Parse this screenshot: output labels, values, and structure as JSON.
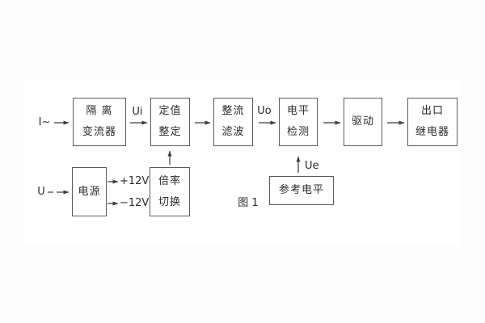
{
  "caption": "图 1",
  "boxes": {
    "isolation": {
      "line1": "隔 离",
      "line2": "变流器"
    },
    "setting": {
      "line1": "定值",
      "line2": "整定"
    },
    "rectifier_filter": {
      "line1": "整流",
      "line2": "滤波"
    },
    "level_detect": {
      "line1": "电平",
      "line2": "检测"
    },
    "drive": {
      "label": "驱动"
    },
    "output_relay": {
      "line1": "出口",
      "line2": "继电器"
    },
    "power": {
      "label": "电源"
    },
    "ratio_switch": {
      "line1": "倍率",
      "line2": "切换"
    },
    "reference_level": {
      "label": "参考电平"
    }
  },
  "signals": {
    "input_current": "I~",
    "input_voltage": "U",
    "ui": "Ui",
    "uo": "Uo",
    "ue": "Ue",
    "plus_12v": "+12V",
    "minus_12v": "−12V"
  },
  "colors": {
    "line": "#3c3c3c",
    "text": "#2b2b2b",
    "box_border": "#5a5a5a",
    "page_background": "#fcfcfc",
    "photo_background": "#ffffff"
  }
}
